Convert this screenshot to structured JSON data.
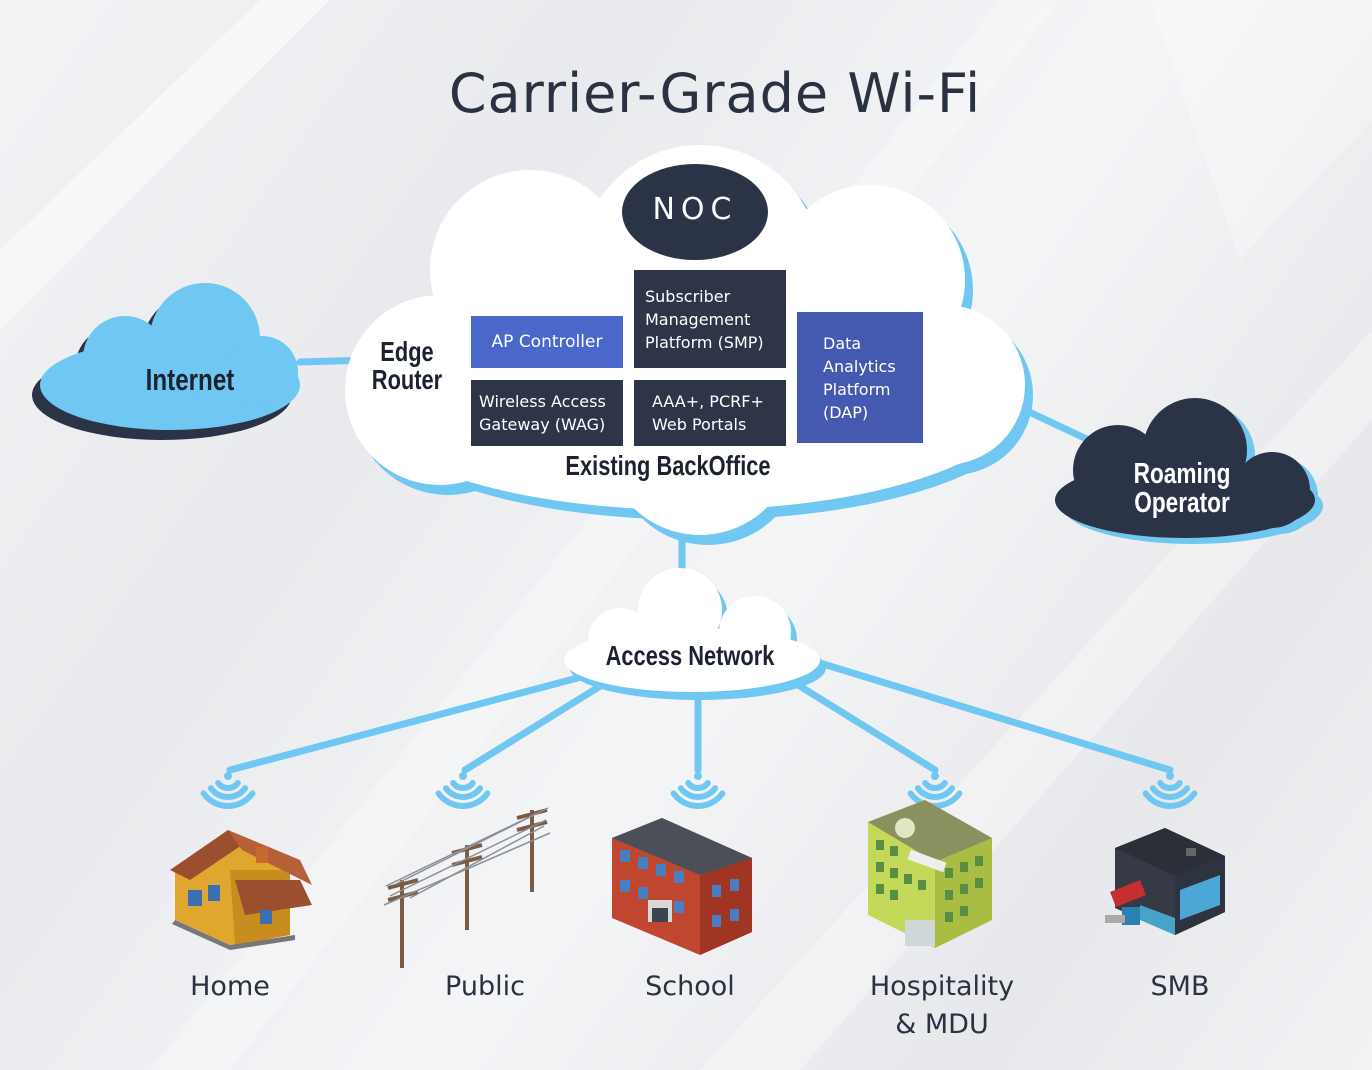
{
  "title": "Carrier-Grade Wi-Fi",
  "noc": "NOC",
  "edge_router": [
    "Edge",
    "Router"
  ],
  "internet": "Internet",
  "roaming_operator": [
    "Roaming",
    "Operator"
  ],
  "existing_backoffice": "Existing BackOffice",
  "access_network": "Access Network",
  "backoffice_boxes": {
    "ap_controller": [
      "AP Controller"
    ],
    "wag": [
      "Wireless Access",
      "Gateway (WAG)"
    ],
    "smp": [
      "Subscriber",
      "Management",
      "Platform (SMP)"
    ],
    "aaa": [
      "AAA+, PCRF+",
      "Web Portals"
    ],
    "dap": [
      "Data",
      "Analytics",
      "Platform",
      "(DAP)"
    ]
  },
  "sites": [
    {
      "name": "home",
      "label": [
        "Home"
      ]
    },
    {
      "name": "public",
      "label": [
        "Public"
      ]
    },
    {
      "name": "school",
      "label": [
        "School"
      ]
    },
    {
      "name": "hospitality",
      "label": [
        "Hospitality",
        "& MDU"
      ]
    },
    {
      "name": "smb",
      "label": [
        "SMB"
      ]
    }
  ],
  "colors": {
    "navy": "#2b3347",
    "light_blue": "#6fc7f2",
    "box_blue": "#4a67c9",
    "box_navy": "#2e3548",
    "box_indigo": "#4659b0"
  }
}
